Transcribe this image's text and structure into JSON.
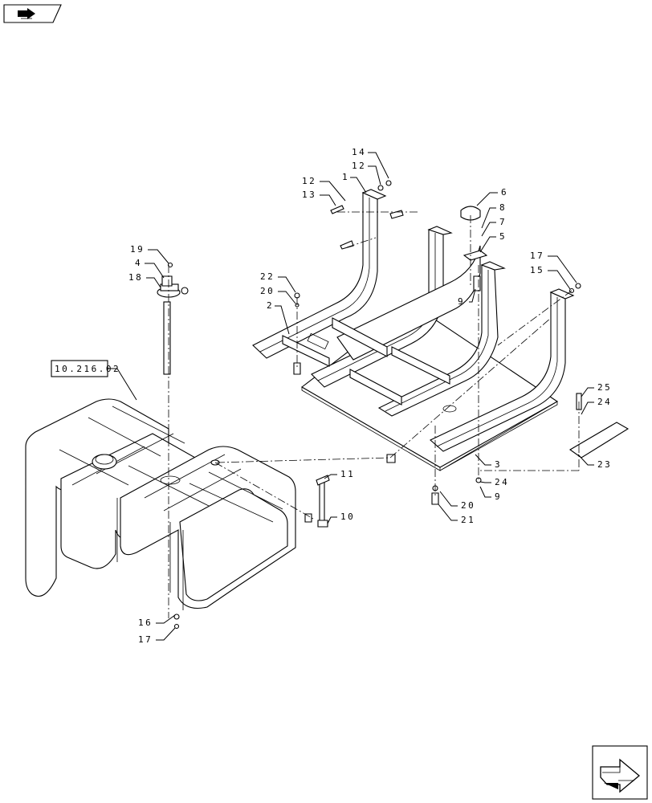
{
  "reference_box": "10.216.02",
  "nav": {
    "prev_icon": "back-arrow-icon",
    "next_icon": "forward-arrow-icon"
  },
  "callouts": {
    "c14": "14",
    "c12a": "12",
    "c12b": "12",
    "c13": "13",
    "c1": "1",
    "c6": "6",
    "c8": "8",
    "c7": "7",
    "c5": "5",
    "c9a": "9",
    "c19": "19",
    "c4": "4",
    "c18": "18",
    "c22": "22",
    "c20a": "20",
    "c2": "2",
    "c17a": "17",
    "c15": "15",
    "c25": "25",
    "c24a": "24",
    "c23": "23",
    "c3": "3",
    "c24b": "24",
    "c9b": "9",
    "c20b": "20",
    "c21": "21",
    "c11": "11",
    "c10": "10",
    "c16": "16",
    "c17b": "17"
  }
}
